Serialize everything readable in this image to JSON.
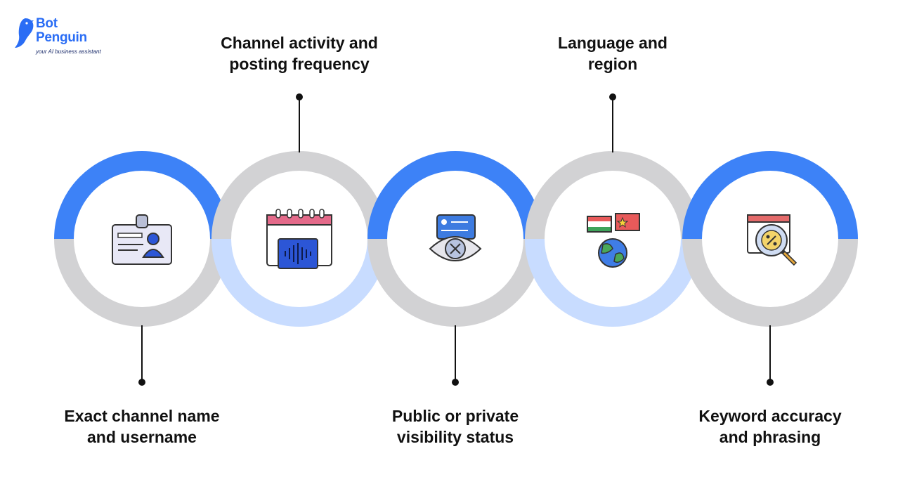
{
  "logo": {
    "line1": "Bot",
    "line2": "Penguin",
    "tagline": "your AI business assistant",
    "icon": "penguin-logo-icon",
    "color": "#2a6df5"
  },
  "colors": {
    "blue": "#3d82f7",
    "light_blue": "#c8dcff",
    "gray": "#d2d2d4",
    "connector": "#111111"
  },
  "steps": [
    {
      "id": "step-1",
      "label_lines": [
        "Exact channel name",
        "and username"
      ],
      "icon": "id-card-icon",
      "label_position": "bottom",
      "top_color": "blue",
      "bottom_color": "gray"
    },
    {
      "id": "step-2",
      "label_lines": [
        "Channel activity and",
        "posting frequency"
      ],
      "icon": "calendar-audio-icon",
      "label_position": "top",
      "top_color": "gray",
      "bottom_color": "light_blue"
    },
    {
      "id": "step-3",
      "label_lines": [
        "Public or private",
        "visibility status"
      ],
      "icon": "hidden-profile-eye-icon",
      "label_position": "bottom",
      "top_color": "blue",
      "bottom_color": "gray"
    },
    {
      "id": "step-4",
      "label_lines": [
        "Language and",
        "region"
      ],
      "icon": "globe-flags-icon",
      "label_position": "top",
      "top_color": "gray",
      "bottom_color": "light_blue"
    },
    {
      "id": "step-5",
      "label_lines": [
        "Keyword accuracy",
        "and phrasing"
      ],
      "icon": "search-percent-icon",
      "label_position": "bottom",
      "top_color": "blue",
      "bottom_color": "gray"
    }
  ]
}
